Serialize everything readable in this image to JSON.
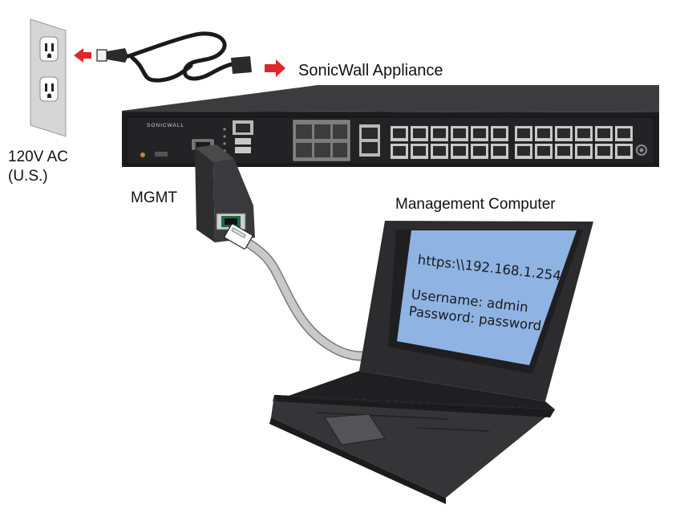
{
  "labels": {
    "appliance": "SonicWall Appliance",
    "power_line1": "120V AC",
    "power_line2": "(U.S.)",
    "mgmt": "MGMT",
    "computer": "Management Computer"
  },
  "appliance_brand": "SONICWALL",
  "screen": {
    "url": "https:\\\\192.168.1.254",
    "username": "Username: admin",
    "password": "Password:  password"
  },
  "colors": {
    "arrow": "#e0262b",
    "screen": "#8fb4e3",
    "appliance_body": "#1c1c1e",
    "cable": "#c9c9c9"
  }
}
